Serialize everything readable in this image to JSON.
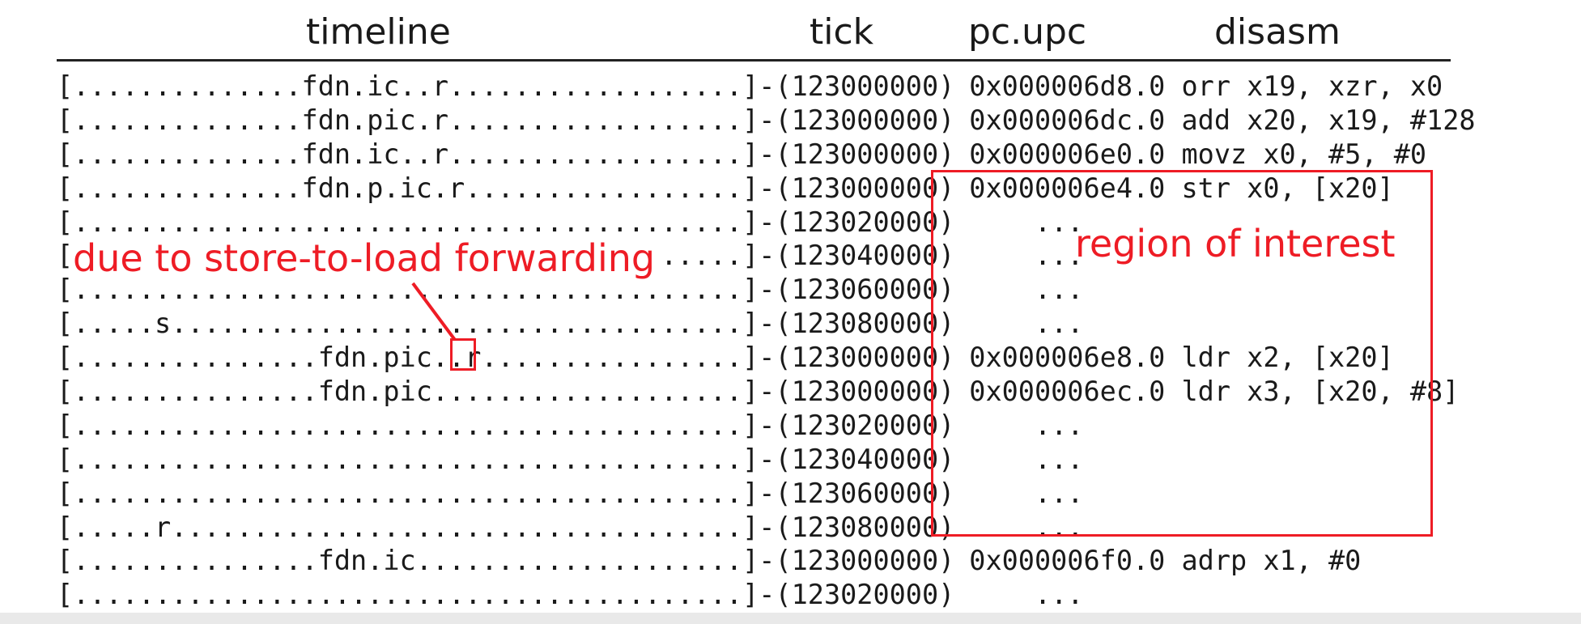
{
  "headers": {
    "timeline": "timeline",
    "tick": "tick",
    "pc": "pc.upc",
    "disasm": "disasm"
  },
  "rows": [
    {
      "timeline": "[..............fdn.ic..r..................]-",
      "tick": "(123000000)",
      "pc": "0x000006d8.0",
      "disasm": "orr x19, xzr, x0"
    },
    {
      "timeline": "[..............fdn.pic.r..................]-",
      "tick": "(123000000)",
      "pc": "0x000006dc.0",
      "disasm": "add x20, x19, #128"
    },
    {
      "timeline": "[..............fdn.ic..r..................]-",
      "tick": "(123000000)",
      "pc": "0x000006e0.0",
      "disasm": "movz x0, #5, #0"
    },
    {
      "timeline": "[..............fdn.p.ic.r.................]-",
      "tick": "(123000000)",
      "pc": "0x000006e4.0",
      "disasm": "str x0, [x20]"
    },
    {
      "timeline": "[.........................................]-",
      "tick": "(123020000)",
      "pc": "    ...",
      "disasm": ""
    },
    {
      "timeline": "[.........................................]-",
      "tick": "(123040000)",
      "pc": "    ...",
      "disasm": ""
    },
    {
      "timeline": "[.........................................]-",
      "tick": "(123060000)",
      "pc": "    ...",
      "disasm": ""
    },
    {
      "timeline": "[.....s...................................]-",
      "tick": "(123080000)",
      "pc": "    ...",
      "disasm": ""
    },
    {
      "timeline": "[...............fdn.pic..r................]-",
      "tick": "(123000000)",
      "pc": "0x000006e8.0",
      "disasm": "ldr x2, [x20]"
    },
    {
      "timeline": "[...............fdn.pic...................]-",
      "tick": "(123000000)",
      "pc": "0x000006ec.0",
      "disasm": "ldr x3, [x20, #8]"
    },
    {
      "timeline": "[.........................................]-",
      "tick": "(123020000)",
      "pc": "    ...",
      "disasm": ""
    },
    {
      "timeline": "[.........................................]-",
      "tick": "(123040000)",
      "pc": "    ...",
      "disasm": ""
    },
    {
      "timeline": "[.........................................]-",
      "tick": "(123060000)",
      "pc": "    ...",
      "disasm": ""
    },
    {
      "timeline": "[.....r...................................]-",
      "tick": "(123080000)",
      "pc": "    ...",
      "disasm": ""
    },
    {
      "timeline": "[...............fdn.ic....................]-",
      "tick": "(123000000)",
      "pc": "0x000006f0.0",
      "disasm": "adrp x1, #0"
    },
    {
      "timeline": "[.........................................]-",
      "tick": "(123020000)",
      "pc": "    ...",
      "disasm": ""
    }
  ],
  "annotations": {
    "region_label": "region of interest",
    "forwarding_label": "due to store-to-load forwarding",
    "color": "#ee1c25"
  }
}
